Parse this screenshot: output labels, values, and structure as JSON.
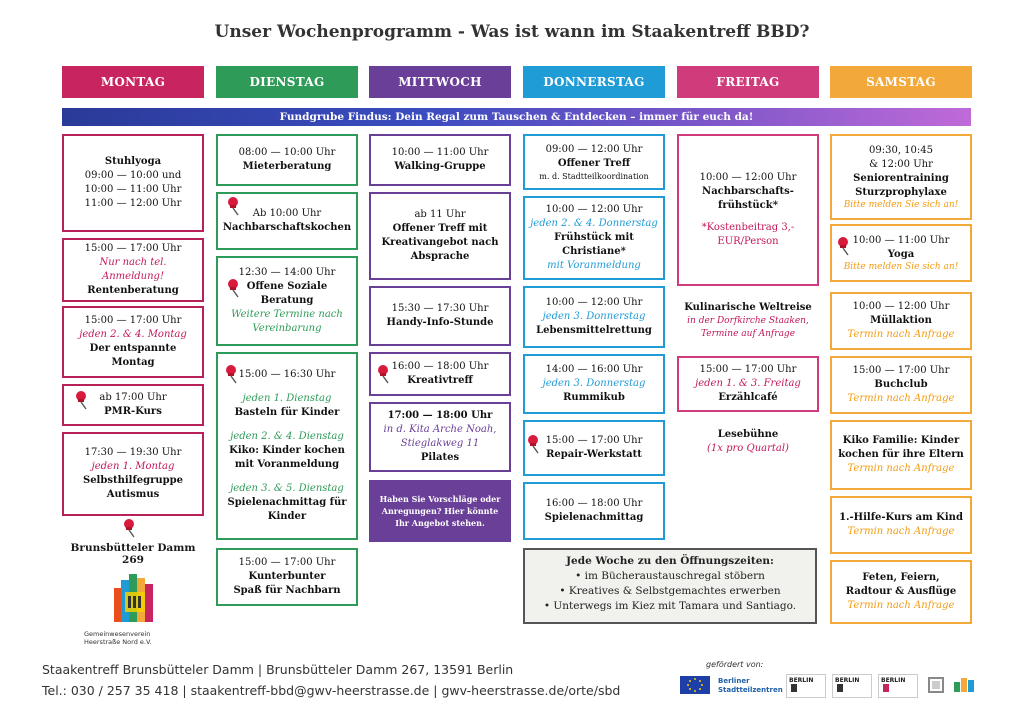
{
  "title": "Unser Wochenprogramm - Was ist wann im Staakentreff BBD?",
  "colors": {
    "montag": "#c8245f",
    "dienstag": "#2e9b58",
    "mittwoch": "#6a3f98",
    "donnerstag": "#1f9bd6",
    "freitag": "#d03b7c",
    "samstag": "#f3a83a"
  },
  "days": [
    "MONTAG",
    "DIENSTAG",
    "MITTWOCH",
    "DONNERSTAG",
    "FREITAG",
    "SAMSTAG"
  ],
  "banner": "Fundgrube Findus: Dein Regal zum Tauschen & Entdecken – immer für euch da!",
  "montag": {
    "stuhlyoga": {
      "name": "Stuhlyoga",
      "t1": "09:00 — 10:00 und",
      "t2": "10:00 — 11:00 Uhr",
      "t3": "11:00 — 12:00 Uhr"
    },
    "renten": {
      "time": "15:00 — 17:00 Uhr",
      "note": "Nur nach tel. Anmeldung!",
      "name": "Rentenberatung"
    },
    "entspannt": {
      "time": "15:00 — 17:00 Uhr",
      "note": "jeden 2. & 4. Montag",
      "name1": "Der entspannte",
      "name2": "Montag"
    },
    "pmr": {
      "time": "ab 17:00 Uhr",
      "name": "PMR-Kurs"
    },
    "autismus": {
      "time": "17:30 — 19:30 Uhr",
      "note": "jeden 1. Montag",
      "name1": "Selbsthilfegruppe",
      "name2": "Autismus"
    },
    "address": "Brunsbütteler Damm 269"
  },
  "dienstag": {
    "mieter": {
      "time": "08:00 — 10:00 Uhr",
      "name": "Mieterberatung"
    },
    "kochen": {
      "time": "Ab 10:00 Uhr",
      "name": "Nachbarschaftskochen"
    },
    "sozial": {
      "time": "12:30 — 14:00 Uhr",
      "name1": "Offene Soziale",
      "name2": "Beratung",
      "note1": "Weitere Termine nach",
      "note2": "Vereinbarung"
    },
    "kinder": {
      "time": "15:00 — 16:30 Uhr",
      "note1": "jeden 1. Dienstag",
      "name1": "Basteln für Kinder",
      "note2": "jeden 2. & 4. Dienstag",
      "name2a": "Kiko: Kinder kochen",
      "name2b": "mit Voranmeldung",
      "note3": "jeden 3. & 5. Dienstag",
      "name3a": "Spielenachmittag für",
      "name3b": "Kinder"
    },
    "kunterbunt": {
      "time": "15:00 — 17:00 Uhr",
      "name1": "Kunterbunter",
      "name2": "Spaß für Nachbarn"
    }
  },
  "mittwoch": {
    "walking": {
      "time": "10:00 — 11:00 Uhr",
      "name": "Walking-Gruppe"
    },
    "kreativ": {
      "time": "ab 11 Uhr",
      "name1": "Offener Treff mit",
      "name2": "Kreativangebot nach",
      "name3": "Absprache"
    },
    "handy": {
      "time": "15:30 — 17:30 Uhr",
      "name": "Handy-Info-Stunde"
    },
    "kreativtreff": {
      "time": "16:00 — 18:00 Uhr",
      "name": "Kreativtreff"
    },
    "pilates": {
      "time": "17:00 — 18:00 Uhr",
      "note1": "in d. Kita Arche Noah,",
      "note2": "Stieglakweg 11",
      "name": "Pilates"
    },
    "vorschlag": "Haben Sie Vorschläge oder Anregungen? Hier könnte Ihr Angebot stehen."
  },
  "donnerstag": {
    "treff": {
      "time": "09:00 — 12:00 Uhr",
      "name": "Offener Treff",
      "note": "m. d. Stadtteilkoordination"
    },
    "fruehstueck": {
      "time": "10:00 — 12:00 Uhr",
      "note1": "jeden 2. & 4. Donnerstag",
      "name1": "Frühstück mit",
      "name2": "Christiane*",
      "note2": "mit Voranmeldung"
    },
    "lebensmittel": {
      "time": "10:00 — 12:00 Uhr",
      "note": "jeden 3. Donnerstag",
      "name": "Lebensmittelrettung"
    },
    "rummikub": {
      "time": "14:00 — 16:00 Uhr",
      "note": "jeden 3. Donnerstag",
      "name": "Rummikub"
    },
    "repair": {
      "time": "15:00 — 17:00 Uhr",
      "name": "Repair-Werkstatt"
    },
    "spiele": {
      "time": "16:00 — 18:00 Uhr",
      "name": "Spielenachmittag"
    }
  },
  "freitag": {
    "fruehstueck": {
      "time": "10:00 — 12:00 Uhr",
      "name1": "Nachbarschafts-",
      "name2": "frühstück*",
      "note1": "*Kostenbeitrag 3,-",
      "note2": "EUR/Person"
    },
    "kulinarisch": {
      "name": "Kulinarische Weltreise",
      "note1": "in der Dorfkirche Staaken,",
      "note2": "Termine auf Anfrage"
    },
    "erzaehl": {
      "time": "15:00 — 17:00 Uhr",
      "note": "jeden 1. & 3. Freitag",
      "name": "Erzählcafé"
    },
    "lesebuehne": {
      "name": "Lesebühne",
      "note": "(1x pro Quartal)"
    }
  },
  "samstag": {
    "senioren": {
      "t1": "09:30, 10:45",
      "t2": "& 12:00 Uhr",
      "name1": "Seniorentraining",
      "name2": "Sturzprophylaxe",
      "note": "Bitte melden Sie sich an!"
    },
    "yoga": {
      "time": "10:00 — 11:00 Uhr",
      "name": "Yoga",
      "note": "Bitte melden Sie sich an!"
    },
    "muell": {
      "time": "10:00 — 12:00 Uhr",
      "name": "Müllaktion",
      "note": "Termin nach Anfrage"
    },
    "buch": {
      "time": "15:00 — 17:00 Uhr",
      "name": "Buchclub",
      "note": "Termin nach Anfrage"
    },
    "kiko": {
      "name1": "Kiko Familie: Kinder",
      "name2": "kochen für ihre Eltern",
      "note": "Termin nach Anfrage"
    },
    "hilfe": {
      "name": "1.-Hilfe-Kurs am Kind",
      "note": "Termin nach Anfrage"
    },
    "feten": {
      "name1": "Feten, Feiern,",
      "name2": "Radtour & Ausflüge",
      "note": "Termin nach Anfrage"
    }
  },
  "weekly": {
    "heading": "Jede Woche zu den Öffnungszeiten:",
    "items": [
      "• im Bücheraustauschregal stöbern",
      "• Kreatives & Selbstgemachtes erwerben",
      "• Unterwegs im Kiez mit Tamara und Santiago."
    ]
  },
  "org": {
    "line1": "Gemeinwesenverein",
    "line2": "Heerstraße Nord e.V."
  },
  "footer": {
    "line1": "Staakentreff Brunsbütteler Damm | Brunsbütteler Damm 267, 13591 Berlin",
    "line2": "Tel.: 030 / 257 35 418 | staakentreff-bbd@gwv-heerstrasse.de | gwv-heerstrasse.de/orte/sbd"
  },
  "gefoerdert": "gefördert von:",
  "sponsors": {
    "berlin1": "BERLIN",
    "berlin2": "BERLIN",
    "berlin3": "BERLIN",
    "stadtteil": "Berliner Stadtteilzentren"
  }
}
